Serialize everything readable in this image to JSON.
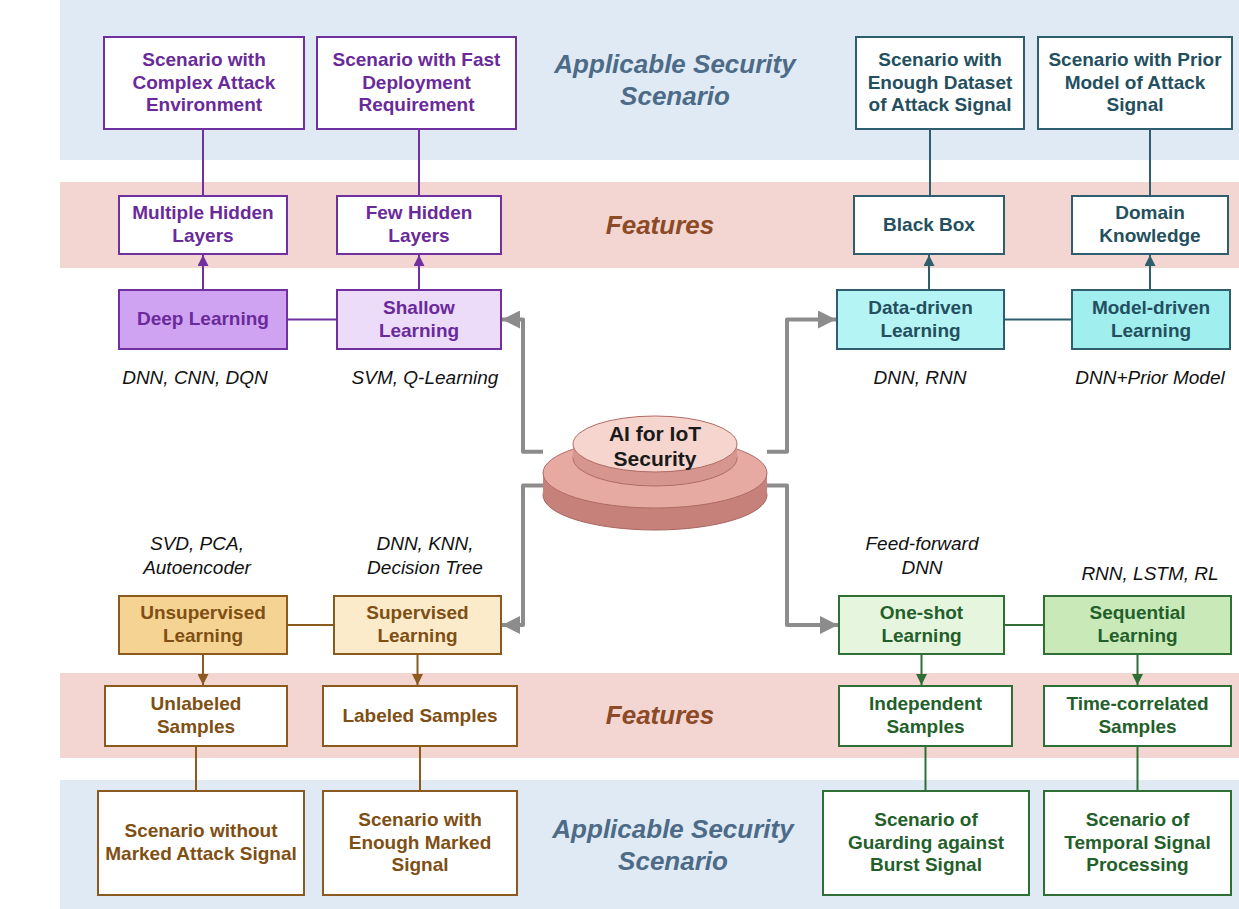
{
  "diagram": {
    "nodes": [
      {
        "text": [
          "Applicable Security Scenario"
        ]
      },
      {
        "text": [
          "Scenario with Complex Attack Environment"
        ],
        "in": 0
      },
      {
        "text": [
          "Scenario with Fast Deployment Requirement"
        ],
        "in": 0
      },
      {
        "text": [
          "Scenario with Enough Dataset of Attack Signal"
        ],
        "in": 0
      },
      {
        "text": [
          "Scenario with Prior Model of Attack Signal"
        ],
        "in": 0
      },
      {
        "text": [
          "Features"
        ]
      },
      {
        "text": [
          "Multiple Hidden Layers"
        ],
        "in": 5
      },
      {
        "text": [
          "Few Hidden Layers"
        ],
        "in": 5
      },
      {
        "text": [
          "Black Box"
        ],
        "in": 5
      },
      {
        "text": [
          "Domain Knowledge"
        ],
        "in": 5
      },
      {
        "text": [
          "Deep Learning"
        ]
      },
      {
        "text": [
          "Shallow Learning"
        ]
      },
      {
        "text": [
          "Data-driven Learning"
        ]
      },
      {
        "text": [
          "Model-driven Learning"
        ]
      },
      {
        "text": [
          "AI for IoT Security"
        ]
      },
      {
        "text": [
          "Unsupervised Learning"
        ]
      },
      {
        "text": [
          "Supervised Learning"
        ]
      },
      {
        "text": [
          "One-shot Learning"
        ]
      },
      {
        "text": [
          "Sequential Learning"
        ]
      },
      {
        "text": [
          "Features"
        ]
      },
      {
        "text": [
          "Unlabeled Samples"
        ],
        "in": 19
      },
      {
        "text": [
          "Labeled Samples"
        ],
        "in": 19
      },
      {
        "text": [
          "Independent Samples"
        ],
        "in": 19
      },
      {
        "text": [
          "Time-correlated Samples"
        ],
        "in": 19
      },
      {
        "text": [
          "Applicable Security Scenario"
        ]
      },
      {
        "text": [
          "Scenario without Marked Attack Signal"
        ],
        "in": 24
      },
      {
        "text": [
          "Scenario with Enough Marked Signal"
        ],
        "in": 24
      },
      {
        "text": [
          "Scenario of Guarding against Burst Signal"
        ],
        "in": 24
      },
      {
        "text": [
          "Scenario of Temporal Signal Processing"
        ],
        "in": 24
      }
    ],
    "edges": [
      {
        "from": 6,
        "to": 1,
        "arrow": "none"
      },
      {
        "from": 7,
        "to": 2,
        "arrow": "none"
      },
      {
        "from": 8,
        "to": 3,
        "arrow": "none"
      },
      {
        "from": 9,
        "to": 4,
        "arrow": "none"
      },
      {
        "from": 10,
        "to": 6,
        "arrow": "to"
      },
      {
        "from": 11,
        "to": 7,
        "arrow": "to"
      },
      {
        "from": 12,
        "to": 8,
        "arrow": "to"
      },
      {
        "from": 13,
        "to": 9,
        "arrow": "to"
      },
      {
        "from": 10,
        "to": 11,
        "arrow": "none"
      },
      {
        "from": 12,
        "to": 13,
        "arrow": "none"
      },
      {
        "from": 14,
        "to": 11,
        "arrow": "to"
      },
      {
        "from": 14,
        "to": 12,
        "arrow": "to"
      },
      {
        "from": 14,
        "to": 16,
        "arrow": "to"
      },
      {
        "from": 14,
        "to": 17,
        "arrow": "to"
      },
      {
        "from": 15,
        "to": 16,
        "arrow": "none"
      },
      {
        "from": 17,
        "to": 18,
        "arrow": "none"
      },
      {
        "from": 15,
        "to": 20,
        "arrow": "to"
      },
      {
        "from": 16,
        "to": 21,
        "arrow": "to"
      },
      {
        "from": 17,
        "to": 22,
        "arrow": "to"
      },
      {
        "from": 18,
        "to": 23,
        "arrow": "to"
      },
      {
        "from": 20,
        "to": 25,
        "arrow": "none"
      },
      {
        "from": 21,
        "to": 26,
        "arrow": "none"
      },
      {
        "from": 22,
        "to": 27,
        "arrow": "none"
      },
      {
        "from": 23,
        "to": 28,
        "arrow": "none"
      }
    ],
    "labels": [
      "DNN, CNN, DQN",
      "SVM, Q-Learning",
      "DNN, RNN",
      "DNN+Prior Model",
      "SVD, PCA, Autoencoder",
      "DNN, KNN, Decision Tree",
      "Feed-forward DNN",
      "RNN, LSTM, RL"
    ]
  }
}
